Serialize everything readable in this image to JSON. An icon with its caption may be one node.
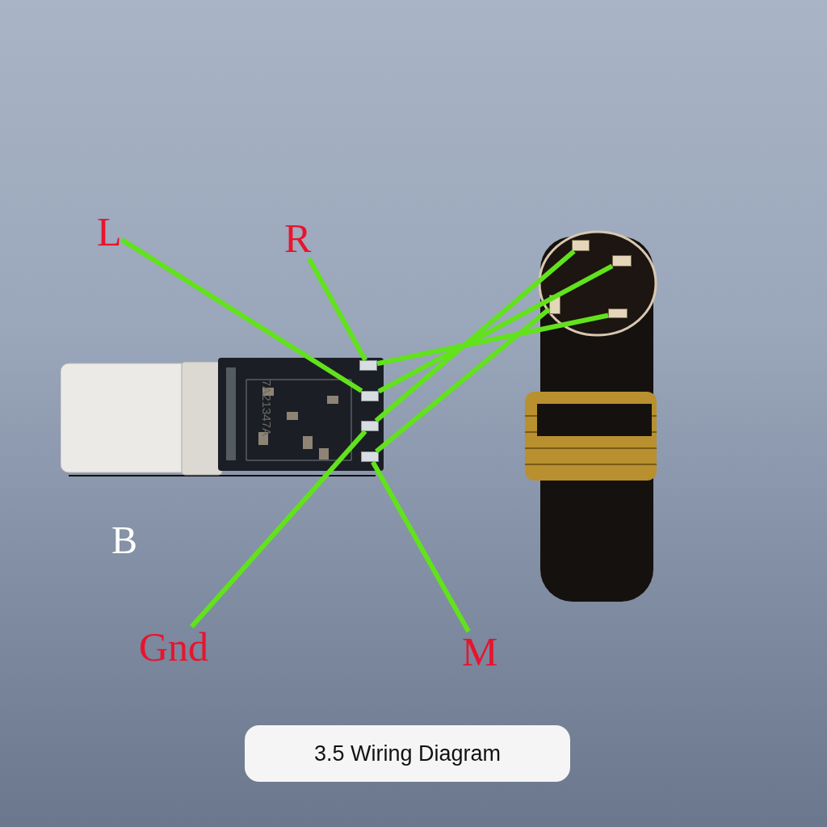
{
  "diagram": {
    "caption": "3.5 Wiring Diagram",
    "nodes": [
      {
        "text": [
          "L"
        ]
      },
      {
        "text": [
          "R"
        ]
      },
      {
        "text": [
          "Gnd"
        ]
      },
      {
        "text": [
          "M"
        ]
      },
      {
        "text": [],
        "shape": "picture"
      },
      {
        "text": [],
        "shape": "box",
        "in": 4
      },
      {
        "text": [],
        "shape": "box",
        "in": 4
      },
      {
        "text": [],
        "shape": "box",
        "in": 4
      },
      {
        "text": [],
        "shape": "box",
        "in": 4
      },
      {
        "text": [],
        "shape": "picture"
      },
      {
        "text": [],
        "shape": "box",
        "in": 9
      },
      {
        "text": [],
        "shape": "box",
        "in": 9
      },
      {
        "text": [],
        "shape": "box",
        "in": 9
      },
      {
        "text": [],
        "shape": "box",
        "in": 9
      }
    ],
    "edges": [
      {
        "from": 0,
        "to": 6,
        "arrow": "none"
      },
      {
        "from": 1,
        "to": 5,
        "arrow": "none"
      },
      {
        "from": 2,
        "to": 7,
        "arrow": "none"
      },
      {
        "from": 3,
        "to": 8,
        "arrow": "none"
      },
      {
        "from": 5,
        "to": 12,
        "arrow": "none"
      },
      {
        "from": 6,
        "to": 13,
        "arrow": "none"
      },
      {
        "from": 7,
        "to": 11,
        "arrow": "none"
      },
      {
        "from": 8,
        "to": 10,
        "arrow": "none"
      }
    ],
    "labels": [
      "7A21347A",
      "B"
    ]
  }
}
